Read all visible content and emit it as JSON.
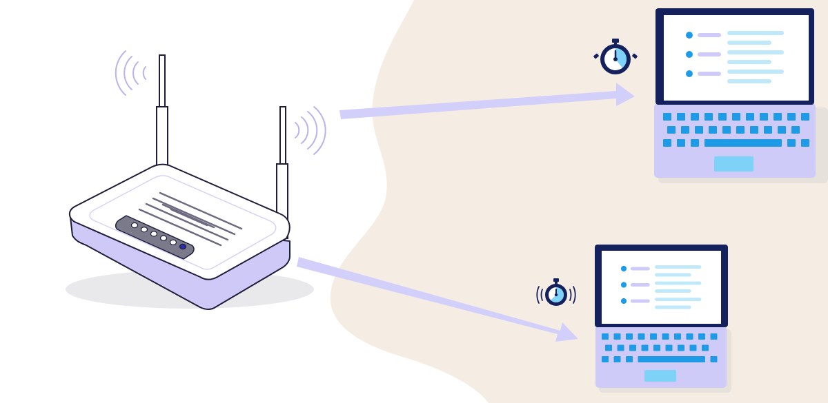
{
  "colors": {
    "background": "#ffffff",
    "blob": "#f5ede3",
    "outline": "#1f1d3a",
    "router_body": "#ffffff",
    "router_base": "#cfc9f7",
    "router_shadow": "#e9e9ec",
    "signal_wave": "#b9b2ee",
    "arrow": "#d3cffb",
    "laptop_frame": "#14215c",
    "laptop_screen": "#ffffff",
    "laptop_base": "#cfcbf9",
    "laptop_shadow": "#e6e1db",
    "key": "#1e9be6",
    "trackpad": "#7ed2f7",
    "bullet": "#1e9be6",
    "label_line": "#cfcbf9",
    "text_line": "#bfe8fb",
    "timer_body": "#14215c",
    "timer_face": "#ffffff",
    "timer_fill": "#7ed2f7"
  },
  "illustration": {
    "router": {
      "led_count": 6,
      "active_led_index": 5,
      "vent_lines": 6,
      "antennas": 2
    },
    "devices": [
      {
        "id": "laptop-near",
        "list_items": 3,
        "timer_icon": "stopwatch-icon"
      },
      {
        "id": "laptop-far",
        "list_items": 3,
        "timer_icon": "ringing-stopwatch-icon"
      }
    ],
    "connections": 2
  }
}
